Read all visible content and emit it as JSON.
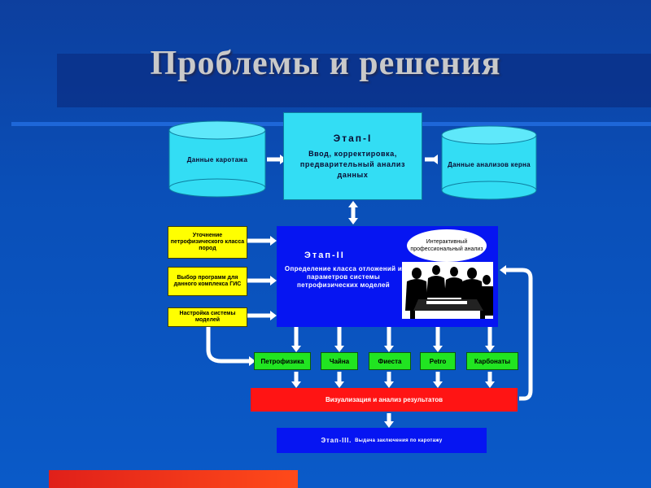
{
  "title": "Проблемы и решения",
  "stage1": {
    "name": "Этап-I",
    "desc": "Ввод, корректировка, предварительный анализ данных"
  },
  "db_left": "Данные каротажа",
  "db_right": "Данные анализов керна",
  "stage2": {
    "name": "Этап-II",
    "desc": "Определение класса отложений и параметров системы петрофизических моделей"
  },
  "bubble": "Интерактивный профессиональный анализ",
  "side_boxes": [
    "Уточнение петрофизического класса пород",
    "Выбор программ для данного комплекса ГИС",
    "Настройка системы моделей"
  ],
  "programs": [
    "Петрофизика",
    "Чайна",
    "Фиеста",
    "Petro",
    "Карбонаты"
  ],
  "visualization": "Визуализация и анализ результатов",
  "stage3": {
    "name": "Этап-III.",
    "desc": "Выдача заключения по каротажу"
  },
  "colors": {
    "cyan": "#33ddf4",
    "blue": "#0615f2",
    "yellow": "#ffff00",
    "green": "#21e421",
    "red": "#ff1414"
  }
}
